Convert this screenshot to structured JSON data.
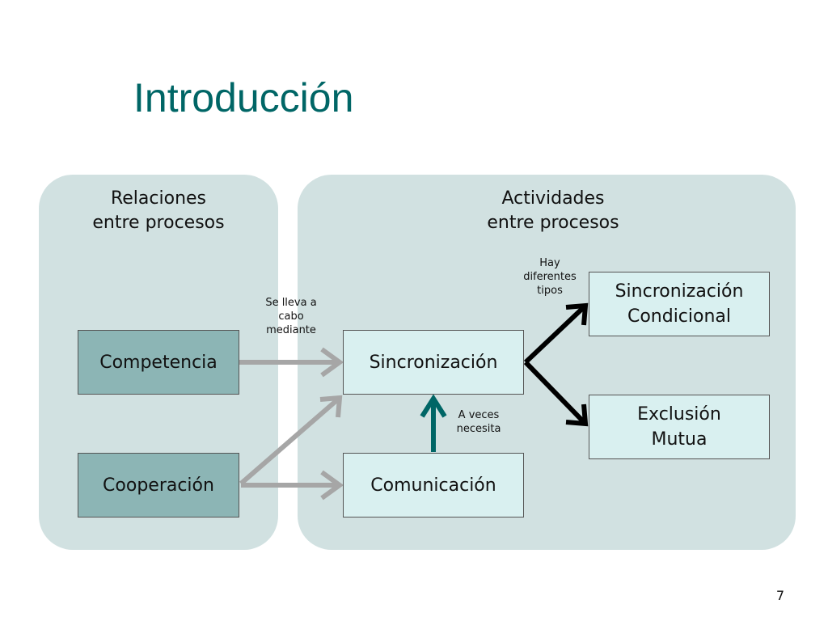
{
  "slide": {
    "title": "Introducción",
    "page_number": "7"
  },
  "panels": {
    "left": {
      "title_line1": "Relaciones",
      "title_line2": "entre procesos"
    },
    "right": {
      "title_line1": "Actividades",
      "title_line2": "entre procesos"
    }
  },
  "nodes": {
    "competencia": "Competencia",
    "cooperacion": "Cooperación",
    "sincronizacion": "Sincronización",
    "comunicacion": "Comunicación",
    "sinc_condicional_line1": "Sincronización",
    "sinc_condicional_line2": "Condicional",
    "exclusion_line1": "Exclusión",
    "exclusion_line2": "Mutua"
  },
  "notes": {
    "se_lleva": [
      "Se lleva a",
      "cabo",
      "mediante"
    ],
    "hay_tipos": [
      "Hay",
      "diferentes",
      "tipos"
    ],
    "a_veces": [
      "A veces",
      "necesita"
    ]
  },
  "colors": {
    "title": "#006666",
    "panel_bg": "#d1e1e1",
    "dark_box": "#8cb5b5",
    "light_box": "#d9f0f0",
    "gray_arrow": "#a6a6a6",
    "teal_arrow": "#006666",
    "black_arrow": "#000000"
  }
}
